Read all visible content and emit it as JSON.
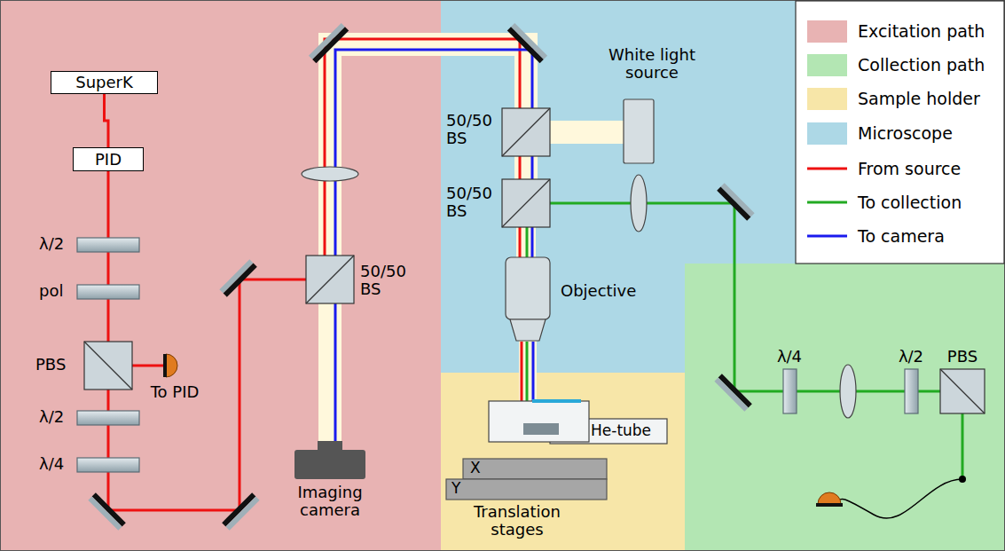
{
  "diagram": {
    "nodes": [
      {
        "text": [
          "SuperK"
        ]
      },
      {
        "text": [
          "PID"
        ]
      }
    ],
    "edges": [
      {
        "from": 0,
        "to": 1,
        "arrow": "none"
      }
    ],
    "labels": [
      "λ/2",
      "pol",
      "PBS",
      "To PID",
      "λ/2",
      "λ/4",
      "50/50 BS",
      "Imaging camera",
      "50/50 BS",
      "White light source",
      "50/50 BS",
      "Objective",
      "He-tube",
      "X",
      "Y",
      "Translation stages",
      "λ/4",
      "λ/2",
      "PBS"
    ],
    "legend": [
      {
        "text": "Excitation path",
        "color": "#e8b3b3"
      },
      {
        "text": "Collection path",
        "color": "#b3e6b3"
      },
      {
        "text": "Sample holder",
        "color": "#f7e6a8"
      },
      {
        "text": "Microscope",
        "color": "#add8e6"
      },
      {
        "text": "From source"
      },
      {
        "text": "To collection"
      },
      {
        "text": "To camera"
      }
    ]
  }
}
